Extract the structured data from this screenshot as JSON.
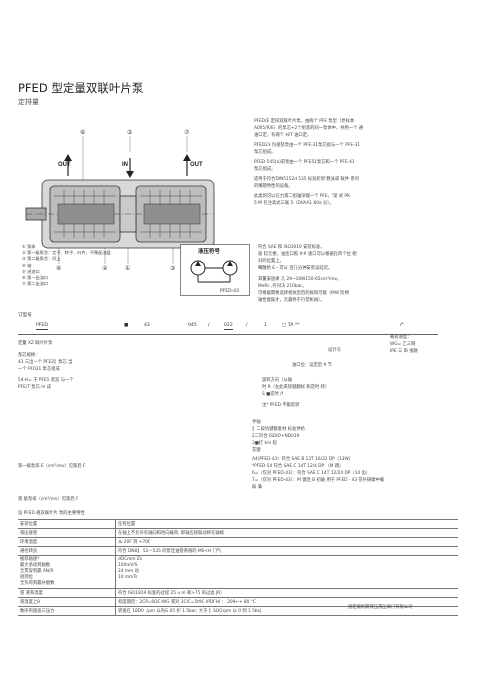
{
  "header": {
    "title": "PFED 型定量双联叶片泵",
    "subtitle": "定排量"
  },
  "intro": [
    "PFED/E 定排双联叶片泵。由两个 PFE 泵型（見样本",
    "A005/R/E）的泵芯+2个组装的同一泵体中，共用一个 通",
    "油口定，有两个 H/T 油口定。",
    "PFED23 包接装泵由一个 PFE-31泵芯组与一个 PFE-31",
    "泵芯组成。",
    "PFED-545(a)前泵由一个 PFE51泵芯和一个 PFE-41",
    "泵芯组成。",
    "适用于符合DIN5152d 535 标准轮架'教泳或 联件 系列",
    "的嘴管特性的设备。",
    "此类的可以在力第二组轴深端一个 PFE，'渐 式 PK-",
    "5-M 包注高式三联 5（DVAA1 60a 分）。"
  ],
  "sae_notes": [
    "符合 SAE 和 ISO3019 安装标准。",
    "吸 较元便，油连口照 ##.速口可以根据在四个位 相",
    "对的位置上。",
    "细醒给 E・可以 连几分钟安装误延迟。",
    "耳量安放果  几 29~16W150-65cm³/rev。",
    "MeRc  ,存对决 210bar。",
    "可根据需要选择相关型后的按照可能（MW 阶梯",
    "轴性能既才，无最终于行型机械）。"
  ],
  "labels": {
    "out_left": "OUT",
    "in": "IN",
    "out_right": "OUT",
    "callout_1": "①",
    "callout_2": "②",
    "callout_3": "③",
    "callout_4": "④",
    "callout_5": "⑤",
    "callout_6": "⑥",
    "callout_7": "⑦",
    "symbol_title": "液压符号",
    "model_tag": "PFED-43"
  },
  "legend": [
    "①  泵体",
    "②  第一级泵芯：定子、转子、叶片、平衡配油盘",
    "③  第二级泵芯：同上",
    "④  轴",
    "⑤  进油口",
    "⑥  第一出油口",
    "⑦  第二出油口"
  ],
  "order_code": {
    "heading": "订型号",
    "parts": [
      "PFED",
      "■",
      "43",
      "045",
      "/",
      "022",
      "/",
      "1",
      "□ TA **",
      "/*"
    ],
    "notes_left": [
      "定量 XZ 联叶片泵",
      "泵芯规格：",
      "43 三出一个 PFE2】泵芯 当",
      "   一个 PF031 泵芯组成"
    ],
    "notes_right_top": [
      "载荷速度：",
      "WG= 乙三倒",
      "IPE  三 串 接融"
    ],
    "notes_mid": [
      "设计号",
      "油口位：设定后 9 节"
    ],
    "notes_second": [
      "54-H=  于 PFE5 装泥  与一个",
      "      PFE/T 泵芯 m 成"
    ],
    "rotation": [
      "旋转方向（从轴",
      "   时 R（左此来轻越翻样 和逆时 转）",
      "S ■逆时 /f"
    ],
    "note_pfed": "注* PFED 不能反转",
    "shaft_header": [
      "手轴",
      "】二段坑键额套材 标准供给",
      "2二符合 ISDID+ND019",
      "3■打  km 程",
      "花键"
    ],
    "shaft_items": [
      "A4(PFED·43）符合 SAE B 13T 16/32 DP（13W）",
      "  *PFED-54 符合 SAE C 14T 12/4 DP （M 跳）",
      "6=（仅对 PFED-43）：符合 SAE C 14T 12/24 DP（14 齿）",
      "7=（仅对 PFED-43）：M 键连 B 初轴 用于 PFED · 43 花扑研摩中载",
      "  联  满"
    ],
    "first_pump": "第一级泵排 E（cm³/rev）见第后 F",
    "second_pump": "第  级泵排（cm³/rev）见第后 F"
  },
  "spec_heading": "设 PFED 规双联叶片 泵的主要特性",
  "specs": [
    {
      "k": "安装位置",
      "v": "任何位置"
    },
    {
      "k": "液压接管",
      "v": "在轴上不允许有轴向和径向载荷, 即轴应接联动将在轴端"
    },
    {
      "k": "环境温度",
      "v": "从-20F 到 +70F"
    },
    {
      "k": "通径转良",
      "v": "符合 DN8】  52—535 的泵连油管系统的 MS<H 门气"
    },
    {
      "k": "推荐轴速*\n  最大承动到轴数\n  全贯穿到最 AN/R\n  短到位\n  全负荷到最补偿数",
      "v": "dOCmm·Zs\n100mV/S\n24 mm 动\n10 mmTs"
    },
    {
      "k": "液 液系温度",
      "v": "符合 ISO1819 标准的过程 25 u m 和>75 的过滤 JR）"
    },
    {
      "k": "液温度上8",
      "v": "积度期后：2CP=6OC-WG 液对 2CIC=5t9C   IPDFHI ： 209←+ 80 °C"
    },
    {
      "k": "数序的速滤三压力",
      "v": "转速在 18D0（pm 以内G 05 护 1.5bar, 大于 】SOOrpm 以 0 到 1 5bsj"
    }
  ],
  "footer": "固定顺利鋼液压液压阀门有限公司"
}
